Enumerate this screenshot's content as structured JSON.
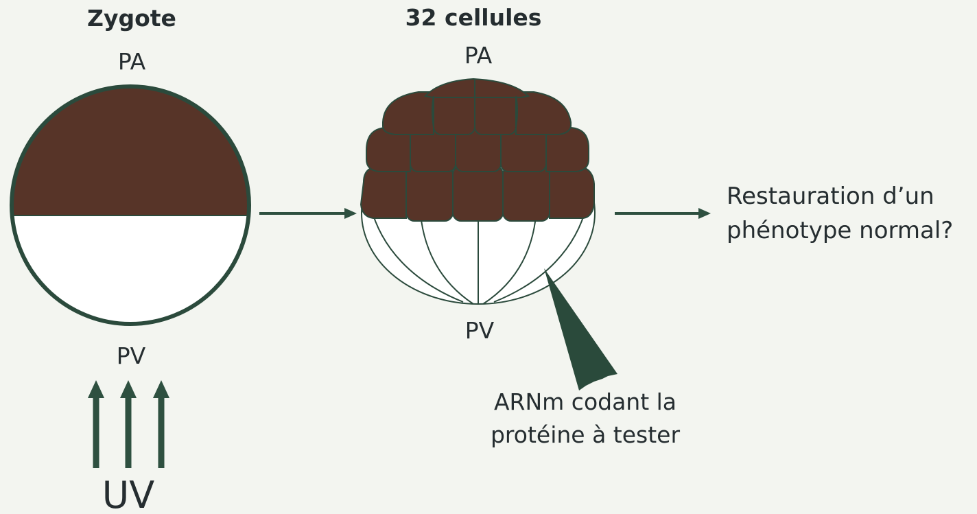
{
  "zygote": {
    "title": "Zygote",
    "animal_pole": "PA",
    "vegetal_pole": "PV"
  },
  "uv": {
    "label": "UV"
  },
  "embryo": {
    "title": "32 cellules",
    "animal_pole": "PA",
    "vegetal_pole": "PV"
  },
  "injection": {
    "line1": "ARNm codant la",
    "line2": "protéine à tester"
  },
  "outcome": {
    "line1": "Restauration d’un",
    "line2": "phénotype normal?"
  },
  "colors": {
    "pigment": "#573428",
    "outline": "#2b4a3c",
    "arrow": "#2e5040",
    "text": "#252d30",
    "background": "#f3f5f0"
  }
}
